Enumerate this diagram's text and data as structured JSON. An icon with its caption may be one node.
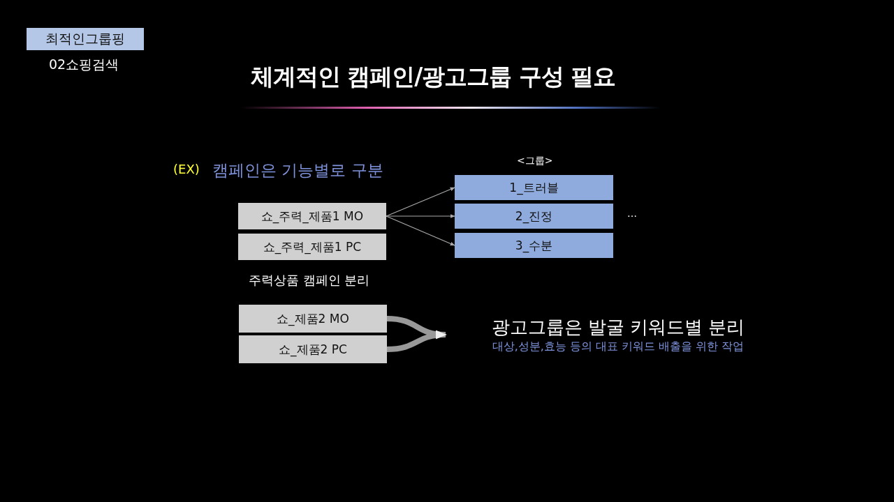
{
  "diagram": {
    "title": "체계적인 캠페인/광고그룹 구성 필요",
    "nodes": [
      {
        "text": [
          "최적인그룹핑"
        ]
      },
      {
        "text": [
          "쇼_주력_제품1 MO"
        ]
      },
      {
        "text": [
          "쇼_주력_제품1 PC"
        ]
      },
      {
        "text": [
          "1_트러블"
        ]
      },
      {
        "text": [
          "2_진정"
        ]
      },
      {
        "text": [
          "3_수분"
        ]
      },
      {
        "text": [
          "쇼_제품2 MO"
        ]
      },
      {
        "text": [
          "쇼_제품2 PC"
        ]
      },
      {
        "text": [
          "광고그룹은 발굴 키워드별 분리",
          "대상,성분,효능 등의 대표 키워드 배출을 위한 작업"
        ]
      }
    ],
    "edges": [
      {
        "from": 1,
        "to": 3,
        "arrow": "to"
      },
      {
        "from": 1,
        "to": 4,
        "arrow": "to"
      },
      {
        "from": 1,
        "to": 5,
        "arrow": "to"
      },
      {
        "from": 6,
        "to": 8,
        "arrow": "to",
        "style": "thick"
      },
      {
        "from": 7,
        "to": 8,
        "arrow": "to",
        "style": "thick"
      }
    ],
    "labels": [
      "02쇼핑검색",
      "(EX)",
      "캠페인은 기능별로 구분",
      "<그룹>",
      "…",
      "주력상품 캠페인 분리"
    ]
  }
}
